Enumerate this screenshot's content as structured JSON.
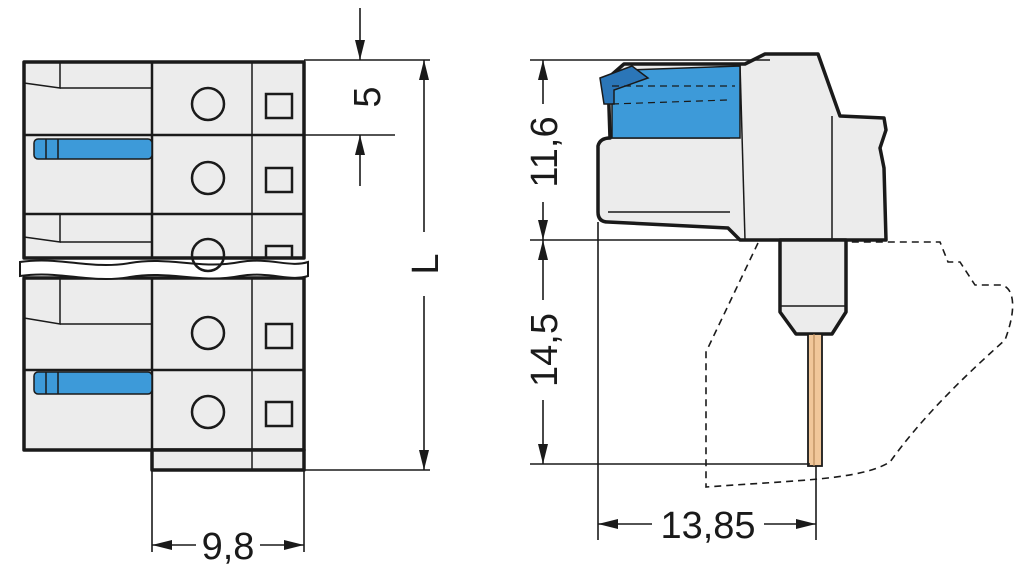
{
  "dimensions": {
    "pitch": "5",
    "length": "L",
    "width": "9,8",
    "top_height": "11,6",
    "pin_length": "14,5",
    "depth": "13,85"
  },
  "colors": {
    "housing": "#ececec",
    "lever": "#3d9ad9",
    "lever_dark": "#2b76b8",
    "pin": "#f1c79a",
    "pin_edge": "#b8895a",
    "line": "#1a1a1a"
  }
}
